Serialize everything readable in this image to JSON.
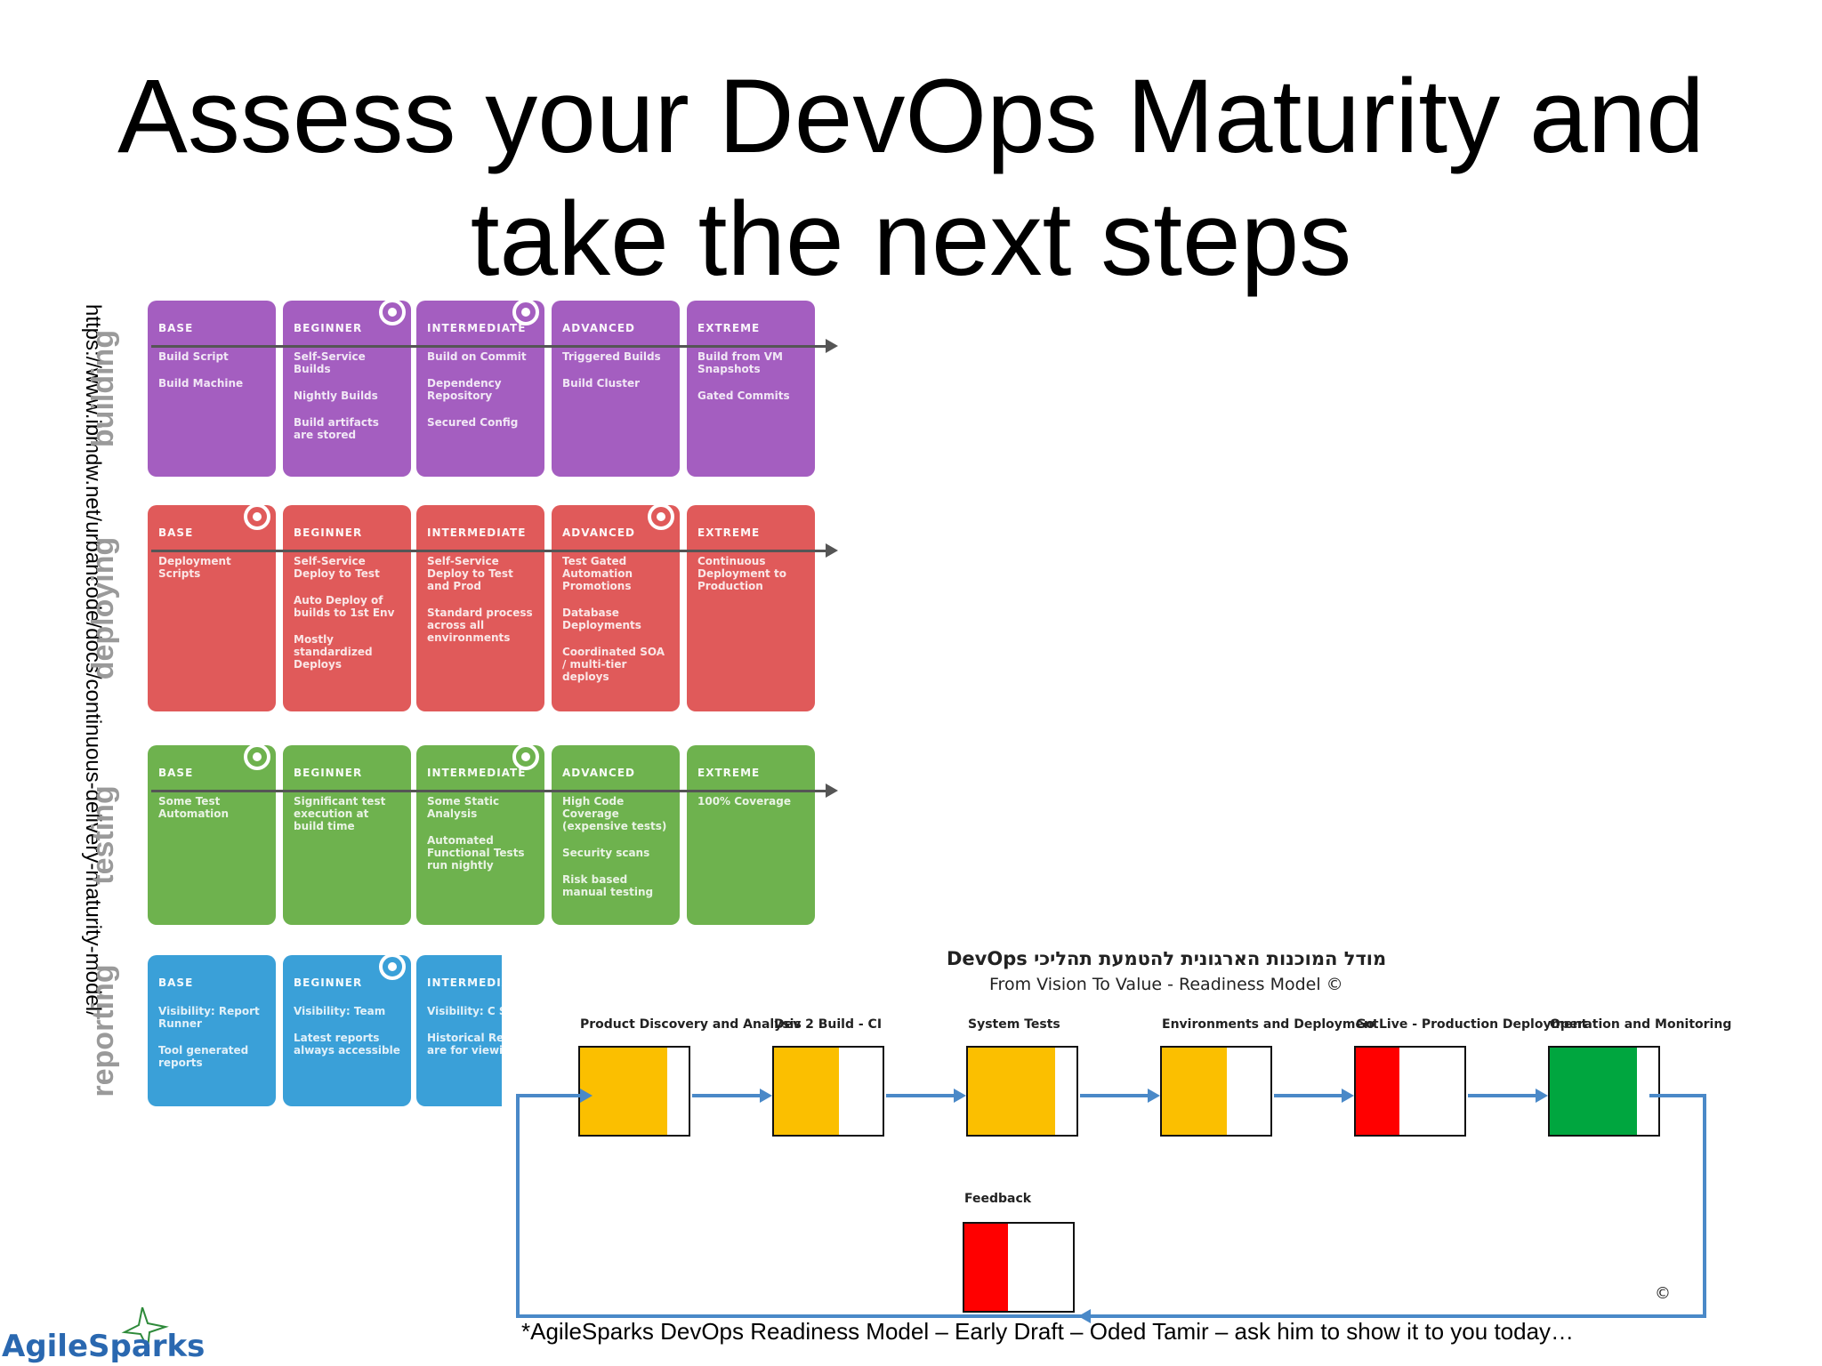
{
  "title": "Assess your DevOps Maturity and take the next steps",
  "source_url": "https://www.ibmdw.net/urbancode/docs/continuous-delivery-maturity-model/",
  "colors": {
    "building": "#a45ec0",
    "deploying": "#e05a5a",
    "testing": "#6eb24e",
    "reporting": "#3aa0d8",
    "stage_yellow": "#fbbf00",
    "stage_red": "#ff0000",
    "stage_green": "#00a63f",
    "flow_blue": "#4a89c8"
  },
  "maturity_model": {
    "lanes": [
      {
        "label": "building",
        "cards": [
          {
            "level": "BASE",
            "items": [
              "Build Script",
              "Build Machine"
            ]
          },
          {
            "level": "BEGINNER",
            "items": [
              "Self-Service Builds",
              "Nightly Builds",
              "Build artifacts are stored"
            ]
          },
          {
            "level": "INTERMEDIATE",
            "items": [
              "Build on Commit",
              "Dependency Repository",
              "Secured Config"
            ]
          },
          {
            "level": "ADVANCED",
            "items": [
              "Triggered Builds",
              "Build Cluster"
            ]
          },
          {
            "level": "EXTREME",
            "items": [
              "Build from VM Snapshots",
              "Gated Commits"
            ]
          }
        ]
      },
      {
        "label": "deploying",
        "cards": [
          {
            "level": "BASE",
            "items": [
              "Deployment Scripts"
            ]
          },
          {
            "level": "BEGINNER",
            "items": [
              "Self-Service Deploy to Test",
              "Auto Deploy of builds to 1st Env",
              "Mostly standardized Deploys"
            ]
          },
          {
            "level": "INTERMEDIATE",
            "items": [
              "Self-Service Deploy to Test and Prod",
              "Standard process across all environments"
            ]
          },
          {
            "level": "ADVANCED",
            "items": [
              "Test Gated Automation Promotions",
              "Database Deployments",
              "Coordinated SOA / multi-tier deploys"
            ]
          },
          {
            "level": "EXTREME",
            "items": [
              "Continuous Deployment to Production"
            ]
          }
        ]
      },
      {
        "label": "testing",
        "cards": [
          {
            "level": "BASE",
            "items": [
              "Some Test Automation"
            ]
          },
          {
            "level": "BEGINNER",
            "items": [
              "Significant test execution at build time"
            ]
          },
          {
            "level": "INTERMEDIATE",
            "items": [
              "Some Static Analysis",
              "Automated Functional Tests run nightly"
            ]
          },
          {
            "level": "ADVANCED",
            "items": [
              "High Code Coverage (expensive tests)",
              "Security scans",
              "Risk based manual testing"
            ]
          },
          {
            "level": "EXTREME",
            "items": [
              "100% Coverage"
            ]
          }
        ]
      },
      {
        "label": "reporting",
        "cards": [
          {
            "level": "BASE",
            "items": [
              "Visibility: Report Runner",
              "Tool generated reports"
            ]
          },
          {
            "level": "BEGINNER",
            "items": [
              "Visibility: Team",
              "Latest reports always accessible"
            ]
          },
          {
            "level": "INTERMEDIATE",
            "items": [
              "Visibility: C Site",
              "Historical Reports are for viewing"
            ]
          }
        ]
      }
    ]
  },
  "readiness_model": {
    "title_line1": "DevOps מודל המוכנות הארגונית להטמעת תהליכי",
    "title_line2": "From Vision To Value - Readiness Model ©",
    "stages": [
      {
        "label": "Product Discovery and Analysis",
        "fill_fraction": 0.8,
        "color": "#fbbf00"
      },
      {
        "label": "Dev 2 Build - CI",
        "fill_fraction": 0.6,
        "color": "#fbbf00"
      },
      {
        "label": "System Tests",
        "fill_fraction": 0.8,
        "color": "#fbbf00"
      },
      {
        "label": "Environments and Deployment",
        "fill_fraction": 0.6,
        "color": "#fbbf00"
      },
      {
        "label": "Go Live - Production Deployment",
        "fill_fraction": 0.4,
        "color": "#ff0000"
      },
      {
        "label": "Operation and Monitoring",
        "fill_fraction": 0.8,
        "color": "#00a63f"
      }
    ],
    "feedback": {
      "label": "Feedback",
      "fill_fraction": 0.4,
      "color": "#ff0000"
    },
    "copyright_mark": "©"
  },
  "footnote": "*AgileSparks DevOps Readiness Model – Early Draft – Oded Tamir – ask him to show it to you today…",
  "logo_text": "AgileSparks"
}
